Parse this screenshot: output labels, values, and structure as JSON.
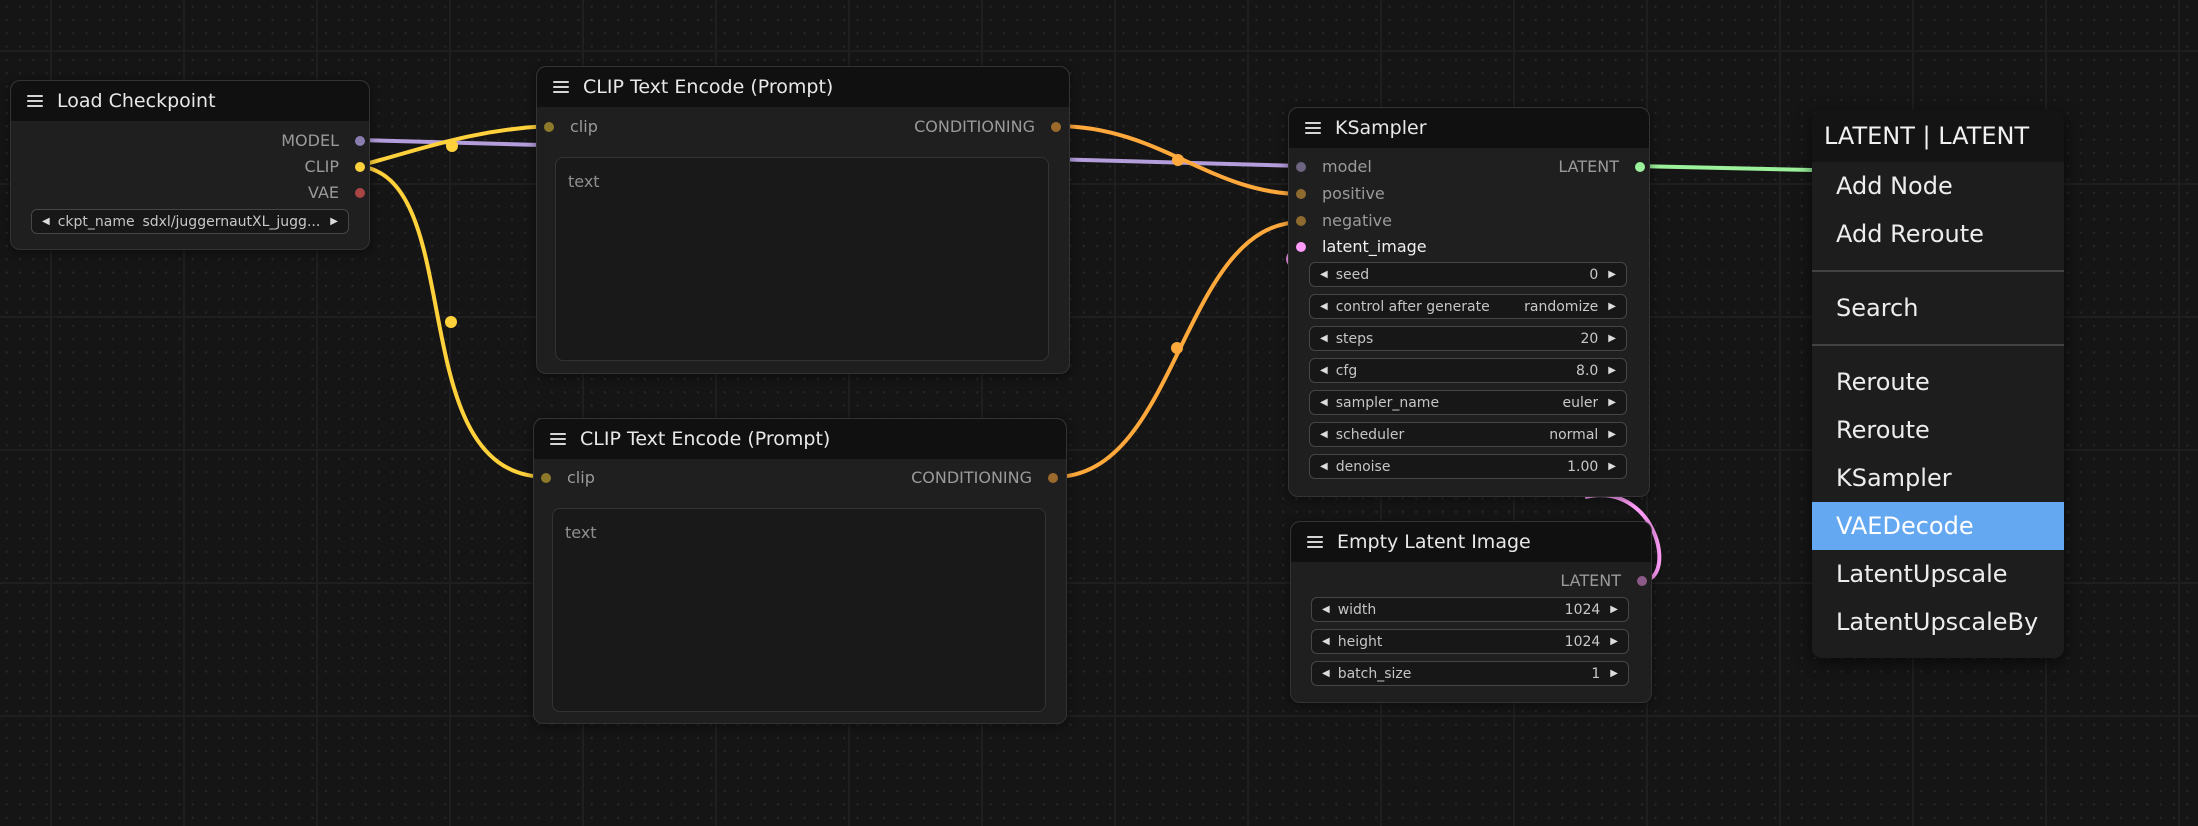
{
  "colors": {
    "clip": "#ffd23c",
    "conditioning": "#ffa93c",
    "model": "#b39ddb",
    "vae": "#ff6e6e",
    "latent": "#ff9cf9",
    "latent_selected": "#9bf29b",
    "menu_highlight": "#64a8f2"
  },
  "load_checkpoint": {
    "title": "Load Checkpoint",
    "outputs": [
      "MODEL",
      "CLIP",
      "VAE"
    ],
    "widget": {
      "label": "ckpt_name",
      "value": "sdxl/juggernautXL_jugg..."
    }
  },
  "clip_encode_top": {
    "title": "CLIP Text Encode (Prompt)",
    "input": "clip",
    "output": "CONDITIONING",
    "text_placeholder": "text"
  },
  "clip_encode_bottom": {
    "title": "CLIP Text Encode (Prompt)",
    "input": "clip",
    "output": "CONDITIONING",
    "text_placeholder": "text"
  },
  "ksampler": {
    "title": "KSampler",
    "inputs": [
      "model",
      "positive",
      "negative",
      "latent_image"
    ],
    "output": "LATENT",
    "widgets": [
      {
        "label": "seed",
        "value": "0"
      },
      {
        "label": "control after generate",
        "value": "randomize"
      },
      {
        "label": "steps",
        "value": "20"
      },
      {
        "label": "cfg",
        "value": "8.0"
      },
      {
        "label": "sampler_name",
        "value": "euler"
      },
      {
        "label": "scheduler",
        "value": "normal"
      },
      {
        "label": "denoise",
        "value": "1.00"
      }
    ]
  },
  "empty_latent": {
    "title": "Empty Latent Image",
    "output": "LATENT",
    "widgets": [
      {
        "label": "width",
        "value": "1024"
      },
      {
        "label": "height",
        "value": "1024"
      },
      {
        "label": "batch_size",
        "value": "1"
      }
    ]
  },
  "context_menu": {
    "title": "LATENT | LATENT",
    "items": [
      {
        "label": "Add Node"
      },
      {
        "label": "Add Reroute"
      },
      {
        "label": "Search"
      },
      {
        "label": "Reroute"
      },
      {
        "label": "Reroute"
      },
      {
        "label": "KSampler"
      },
      {
        "label": "VAEDecode"
      },
      {
        "label": "LatentUpscale"
      },
      {
        "label": "LatentUpscaleBy"
      }
    ]
  },
  "icons": {
    "node_menu": "hamburger-menu-icon",
    "left": "triangle-left-icon",
    "right": "triangle-right-icon"
  }
}
